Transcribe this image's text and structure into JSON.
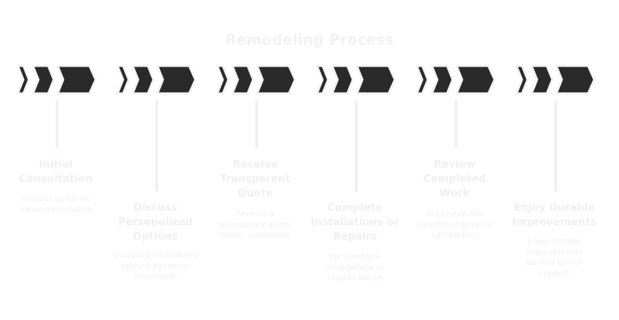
{
  "diagram": {
    "title": "Remodeling Process",
    "steps": [
      {
        "label": "Initial Consultation",
        "description": "Contact us for an initial consultation"
      },
      {
        "label": "Discuss Personalized Options",
        "description": "Discuss personalized options based on your needs"
      },
      {
        "label": "Receive Transparent Quote",
        "description": "Receive a transparent quote before scheduling"
      },
      {
        "label": "Complete Installations or Repairs",
        "description": "We complete installations or repairs onsite"
      },
      {
        "label": "Review Completed Work",
        "description": "You review the completed work for satisfaction"
      },
      {
        "label": "Enjoy Durable Improvements",
        "description": "Enjoy durable improvements backed by our support"
      }
    ]
  },
  "colors": {
    "chevron_fill": "#2a2a2a",
    "chevron_outline": "#f2f2f2",
    "faint_text": "#f0f0f0"
  }
}
